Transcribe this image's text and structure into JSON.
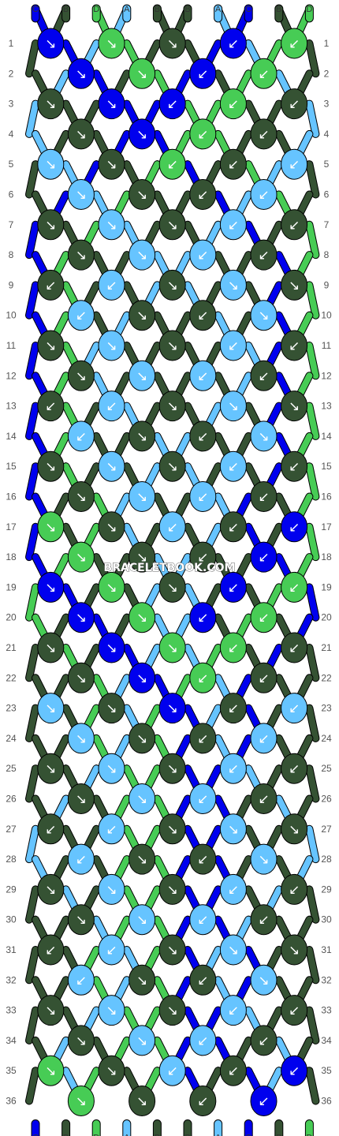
{
  "watermark": "BRACELETBOOK.COM",
  "colors": {
    "A": "#66c4ff",
    "B": "#355233",
    "C": "#0000ee",
    "D": "#47cc55"
  },
  "strands_top": [
    "C",
    "B",
    "D",
    "A",
    "B",
    "B",
    "A",
    "C",
    "B",
    "D"
  ],
  "strands_bottom": [
    "C",
    "B",
    "D",
    "A",
    "B",
    "B",
    "A",
    "C",
    "B",
    "D"
  ],
  "rows": [
    "1",
    "2",
    "3",
    "4",
    "5",
    "6",
    "7",
    "8",
    "9",
    "10",
    "11",
    "12",
    "13",
    "14",
    "15",
    "16",
    "17",
    "18",
    "19",
    "20",
    "21",
    "22",
    "23",
    "24",
    "25",
    "26",
    "27",
    "28",
    "29",
    "30",
    "31",
    "32",
    "33",
    "34",
    "35",
    "36"
  ],
  "knots": [
    [
      "C",
      "D",
      "B",
      "C",
      "D"
    ],
    [
      "C",
      "D",
      "C",
      "D"
    ],
    [
      "B",
      "C",
      "C",
      "D",
      "B"
    ],
    [
      "B",
      "C",
      "D",
      "B"
    ],
    [
      "A",
      "B",
      "D",
      "B",
      "A"
    ],
    [
      "A",
      "B",
      "B",
      "A"
    ],
    [
      "B",
      "A",
      "B",
      "A",
      "B"
    ],
    [
      "B",
      "A",
      "A",
      "B"
    ],
    [
      "B",
      "A",
      "B",
      "A",
      "B"
    ],
    [
      "A",
      "B",
      "B",
      "A"
    ],
    [
      "B",
      "A",
      "B",
      "A",
      "B"
    ],
    [
      "B",
      "A",
      "A",
      "B"
    ],
    [
      "B",
      "A",
      "B",
      "A",
      "B"
    ],
    [
      "A",
      "B",
      "B",
      "A"
    ],
    [
      "B",
      "A",
      "B",
      "A",
      "B"
    ],
    [
      "B",
      "A",
      "A",
      "B"
    ],
    [
      "D",
      "B",
      "A",
      "B",
      "C"
    ],
    [
      "D",
      "B",
      "B",
      "C"
    ],
    [
      "C",
      "D",
      "B",
      "C",
      "D"
    ],
    [
      "C",
      "D",
      "C",
      "D"
    ],
    [
      "B",
      "C",
      "D",
      "D",
      "B"
    ],
    [
      "B",
      "C",
      "D",
      "B"
    ],
    [
      "A",
      "B",
      "C",
      "B",
      "A"
    ],
    [
      "A",
      "B",
      "B",
      "A"
    ],
    [
      "B",
      "A",
      "B",
      "A",
      "B"
    ],
    [
      "B",
      "A",
      "A",
      "B"
    ],
    [
      "B",
      "A",
      "B",
      "A",
      "B"
    ],
    [
      "A",
      "B",
      "B",
      "A"
    ],
    [
      "B",
      "A",
      "B",
      "A",
      "B"
    ],
    [
      "B",
      "A",
      "A",
      "B"
    ],
    [
      "B",
      "A",
      "B",
      "A",
      "B"
    ],
    [
      "A",
      "B",
      "B",
      "A"
    ],
    [
      "B",
      "A",
      "B",
      "A",
      "B"
    ],
    [
      "B",
      "A",
      "A",
      "B"
    ],
    [
      "D",
      "B",
      "A",
      "B",
      "C"
    ],
    [
      "D",
      "B",
      "B",
      "C"
    ]
  ],
  "arrows": [
    [
      "↘",
      "↘",
      "↘",
      "↙",
      "↙"
    ],
    [
      "↘",
      "↘",
      "↙",
      "↙"
    ],
    [
      "↘",
      "↘",
      "↙",
      "↙",
      "↙"
    ],
    [
      "↘",
      "↘",
      "↙",
      "↙"
    ],
    [
      "↘",
      "↘",
      "↙",
      "↙",
      "↙"
    ],
    [
      "↘",
      "↘",
      "↙",
      "↙"
    ],
    [
      "↘",
      "↘",
      "↘",
      "↙",
      "↙"
    ],
    [
      "↘",
      "↘",
      "↙",
      "↙"
    ],
    [
      "↙",
      "↙",
      "↘",
      "↘",
      "↘"
    ],
    [
      "↙",
      "↘",
      "↙",
      "↘"
    ],
    [
      "↘",
      "↘",
      "↘",
      "↙",
      "↙"
    ],
    [
      "↘",
      "↘",
      "↙",
      "↙"
    ],
    [
      "↙",
      "↙",
      "↘",
      "↘",
      "↘"
    ],
    [
      "↙",
      "↘",
      "↙",
      "↘"
    ],
    [
      "↘",
      "↘",
      "↘",
      "↙",
      "↙"
    ],
    [
      "↘",
      "↘",
      "↙",
      "↙"
    ],
    [
      "↘",
      "↘",
      "↙",
      "↙",
      "↙"
    ],
    [
      "↘",
      "↘",
      "↙",
      "↙"
    ],
    [
      "↘",
      "↘",
      "↘",
      "↙",
      "↙"
    ],
    [
      "↘",
      "↘",
      "↙",
      "↙"
    ],
    [
      "↘",
      "↘",
      "↘",
      "↙",
      "↙"
    ],
    [
      "↘",
      "↘",
      "↙",
      "↙"
    ],
    [
      "↘",
      "↘",
      "↘",
      "↙",
      "↙"
    ],
    [
      "↘",
      "↘",
      "↙",
      "↙"
    ],
    [
      "↘",
      "↘",
      "↘",
      "↙",
      "↙"
    ],
    [
      "↘",
      "↘",
      "↙",
      "↙"
    ],
    [
      "↙",
      "↙",
      "↘",
      "↘",
      "↘"
    ],
    [
      "↙",
      "↘",
      "↙",
      "↘"
    ],
    [
      "↘",
      "↘",
      "↘",
      "↙",
      "↙"
    ],
    [
      "↘",
      "↘",
      "↙",
      "↙"
    ],
    [
      "↙",
      "↙",
      "↘",
      "↘",
      "↘"
    ],
    [
      "↙",
      "↘",
      "↙",
      "↘"
    ],
    [
      "↘",
      "↘",
      "↘",
      "↙",
      "↙"
    ],
    [
      "↘",
      "↘",
      "↙",
      "↙"
    ],
    [
      "↘",
      "↘",
      "↙",
      "↙",
      "↙"
    ],
    [
      "↘",
      "↘",
      "↙",
      "↙"
    ]
  ]
}
